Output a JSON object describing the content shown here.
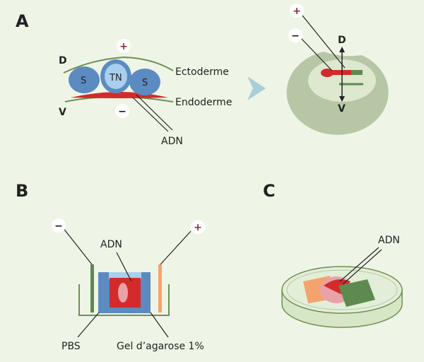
{
  "panels": {
    "a": {
      "letter": "A",
      "dorsal": "D",
      "ventral": "V",
      "somite_left": "S",
      "neural_tube": "TN",
      "somite_right": "S",
      "ectoderm": "Ectoderme",
      "endoderm": "Endoderme",
      "dna": "ADN",
      "plus": "+",
      "minus": "−",
      "embryo_dorsal": "D",
      "embryo_ventral": "V"
    },
    "b": {
      "letter": "B",
      "dna": "ADN",
      "pbs": "PBS",
      "gel": "Gel d’agarose 1%",
      "plus": "+",
      "minus": "−"
    },
    "c": {
      "letter": "C",
      "dna": "ADN"
    }
  },
  "colors": {
    "background": "#eef5e6",
    "somite": "#5b8bc0",
    "neural_tube": "#a9cfee",
    "ectoderm_line": "#6f8f52",
    "dna_red": "#d32b2b",
    "plus_sign": "#8a2b3a",
    "arrow": "#a9cdd9",
    "embryo_outer": "#b7c7a6",
    "embryo_inner": "#dde8cf",
    "electrode_orange": "#f5a36c",
    "electrode_green": "#5f8a4f",
    "gel_blue": "#5b8bc0",
    "dish": "#d6e6c6"
  }
}
